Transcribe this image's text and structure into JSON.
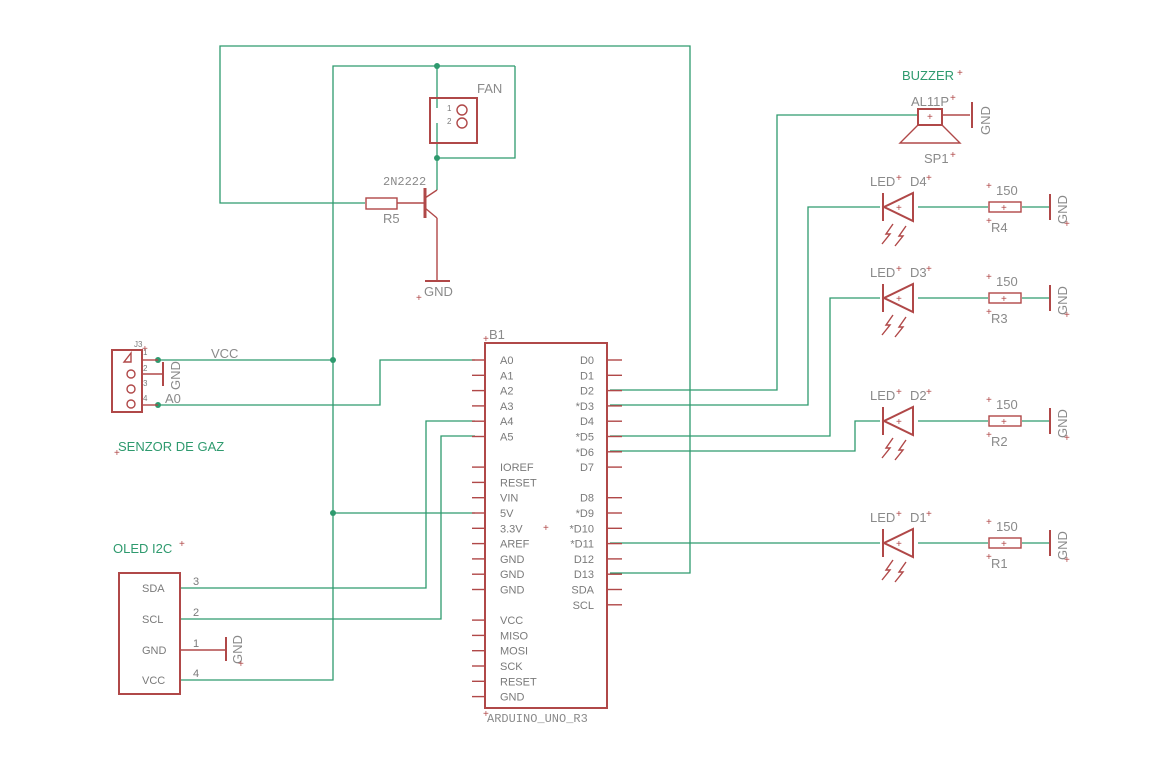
{
  "components": {
    "fan": {
      "name": "FAN",
      "pins": [
        "1",
        "2"
      ]
    },
    "transistor": {
      "value": "2N2222",
      "gnd": "GND"
    },
    "base_resistor": {
      "name": "R5"
    },
    "buzzer": {
      "title": "BUZZER",
      "value": "AL11P",
      "name": "SP1",
      "gnd": "GND"
    },
    "leds": [
      {
        "label": "LED",
        "name": "D4",
        "resistor": "R4",
        "value": "150",
        "gnd": "GND"
      },
      {
        "label": "LED",
        "name": "D3",
        "resistor": "R3",
        "value": "150",
        "gnd": "GND"
      },
      {
        "label": "LED",
        "name": "D2",
        "resistor": "R2",
        "value": "150",
        "gnd": "GND"
      },
      {
        "label": "LED",
        "name": "D1",
        "resistor": "R1",
        "value": "150",
        "gnd": "GND"
      }
    ],
    "gas_sensor": {
      "title": "SENZOR DE GAZ",
      "name": "J3",
      "pins": [
        "1",
        "2",
        "3",
        "4"
      ],
      "vcc_label": "VCC",
      "a0_label": "A0",
      "gnd": "GND"
    },
    "oled": {
      "title": "OLED I2C",
      "pins": [
        {
          "name": "SDA",
          "num": "3"
        },
        {
          "name": "SCL",
          "num": "2"
        },
        {
          "name": "GND",
          "num": "1"
        },
        {
          "name": "VCC",
          "num": "4"
        }
      ],
      "gnd": "GND"
    },
    "arduino": {
      "name": "B1",
      "value": "ARDUINO_UNO_R3",
      "left_pins": [
        "A0",
        "A1",
        "A2",
        "A3",
        "A4",
        "A5",
        "",
        "IOREF",
        "RESET",
        "VIN",
        "5V",
        "3.3V",
        "AREF",
        "GND",
        "GND",
        "GND",
        "",
        "VCC",
        "MISO",
        "MOSI",
        "SCK",
        "RESET",
        "GND"
      ],
      "right_pins": [
        "D0",
        "D1",
        "D2",
        "*D3",
        "D4",
        "*D5",
        "*D6",
        "D7",
        "",
        "D8",
        "*D9",
        "*D10",
        "*D11",
        "D12",
        "D13",
        "SDA",
        "SCL"
      ]
    }
  },
  "colors": {
    "wire": "#2e9a6e",
    "part": "#b04848",
    "text": "#8a8a8a"
  }
}
